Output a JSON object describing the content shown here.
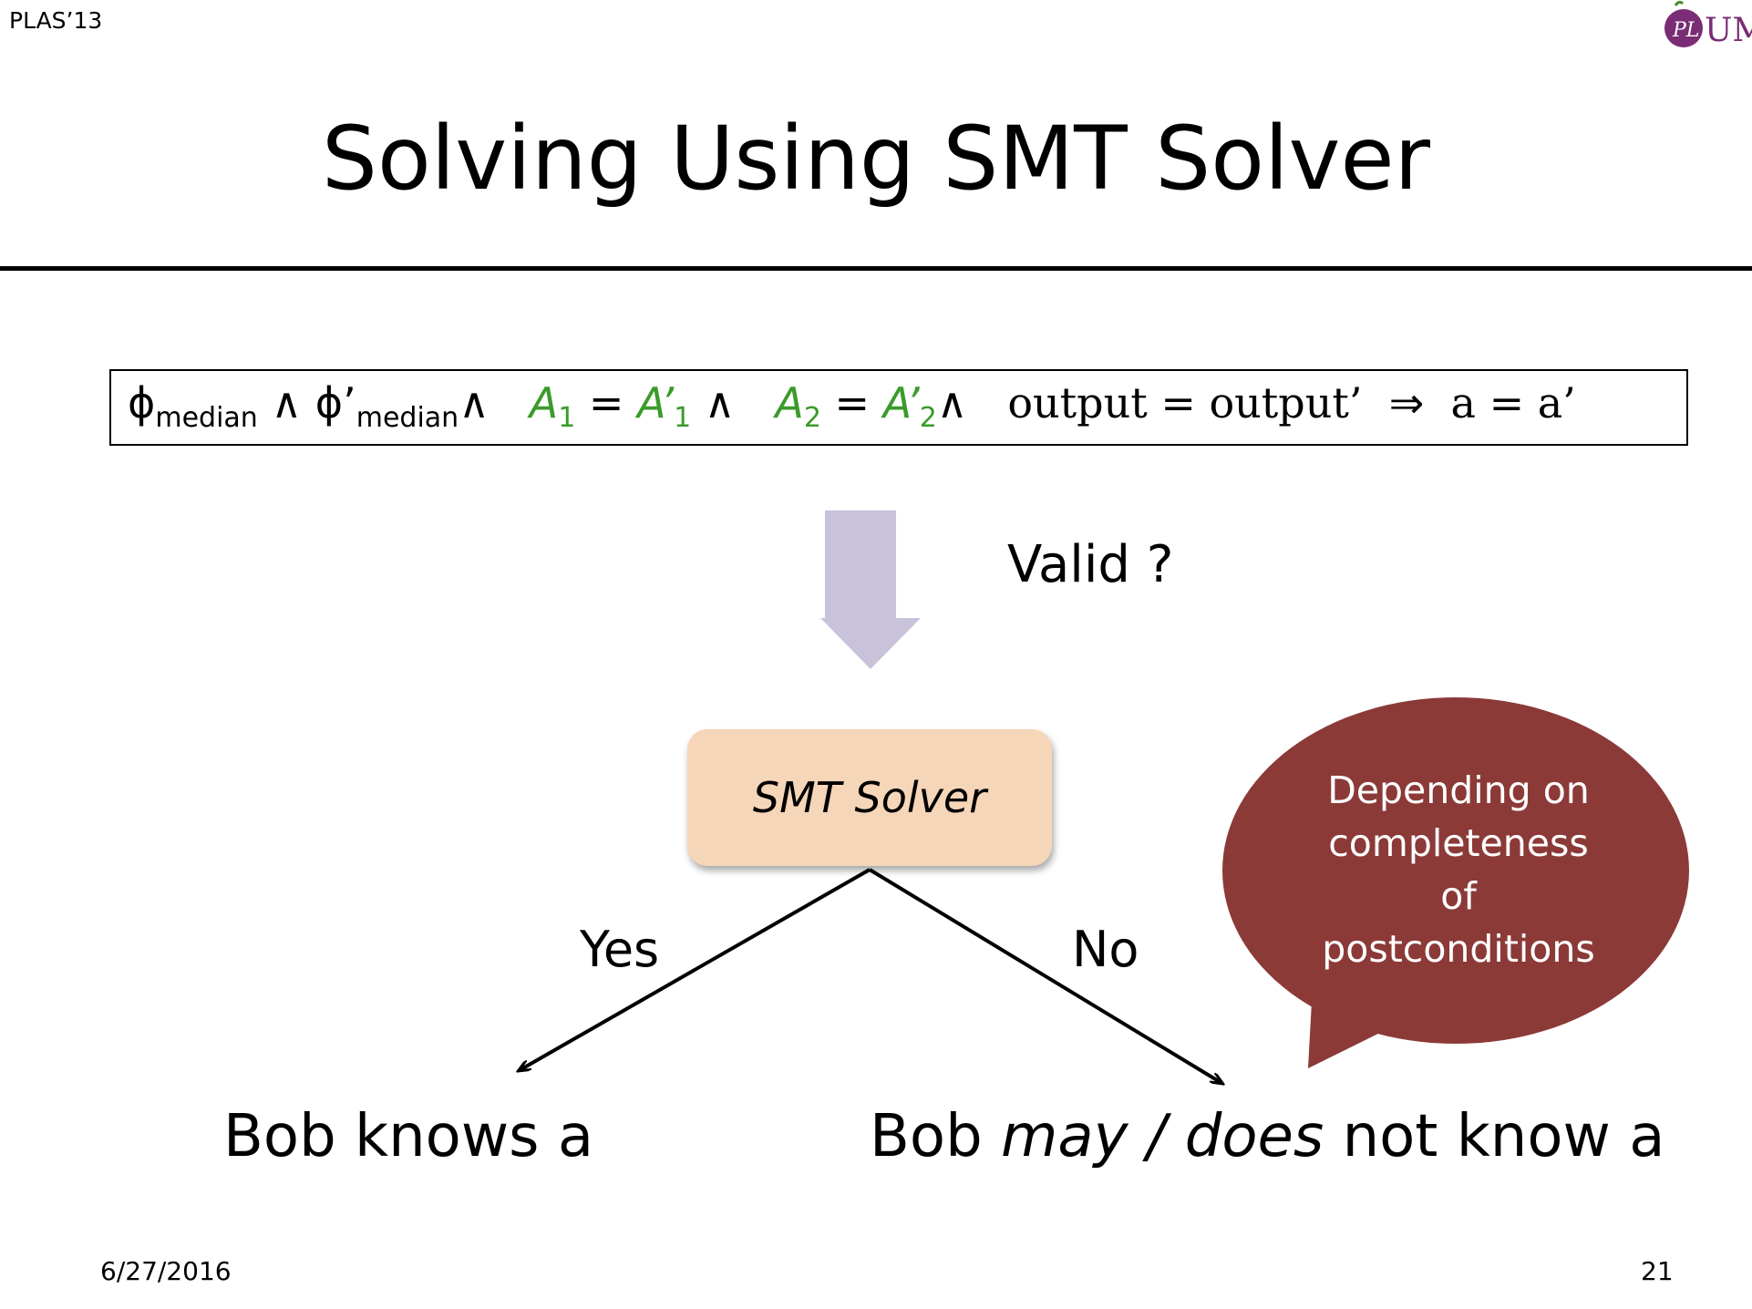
{
  "header": {
    "conference": "PLAS’13",
    "logo_text": "UM",
    "logo_mark": "PL"
  },
  "title": "Solving Using SMT Solver",
  "formula": {
    "phi": "ϕ",
    "median": "median",
    "phi_prime": "ϕ’",
    "and": "∧",
    "a1": "A",
    "sub1": "1",
    "eq": "=",
    "a1p": "A’",
    "a2": "A",
    "sub2": "2",
    "a2p": "A’",
    "output_eq": "output = output’",
    "implies": "⇒",
    "a_eq": "a = a’"
  },
  "valid_label": "Valid ?",
  "solver_label": "SMT Solver",
  "branches": {
    "yes": "Yes",
    "no": "No"
  },
  "bubble": {
    "line1": "Depending on",
    "line2": "completeness",
    "line3": "of",
    "line4": "postconditions"
  },
  "outcomes": {
    "yes_text": "Bob knows a",
    "no_prefix": "Bob ",
    "no_italic": "may / does",
    "no_suffix": " not know a"
  },
  "footer": {
    "date": "6/27/2016",
    "page": "21"
  },
  "colors": {
    "green": "#3a9b2a",
    "arrow": "#c9c2db",
    "solver_fill": "#f6d6b8",
    "bubble": "#8b3a38",
    "logo": "#7a2c74"
  }
}
